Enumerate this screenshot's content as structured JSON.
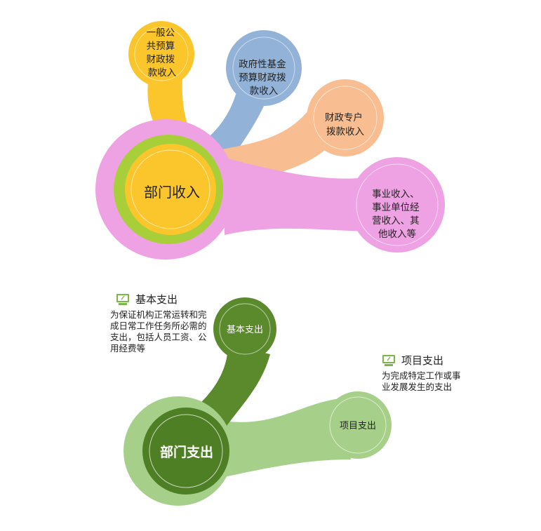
{
  "income": {
    "center": "部门收入",
    "branches": [
      {
        "lines": [
          "一般公",
          "共预算",
          "财政拨",
          "款收入"
        ],
        "color": "#FBC62B"
      },
      {
        "lines": [
          "政府性基金",
          "预算财政拨",
          "款收入"
        ],
        "color": "#93B2D8"
      },
      {
        "lines": [
          "财政专户",
          "拨款收入"
        ],
        "color": "#F8BE91"
      },
      {
        "lines": [
          "事业收入、",
          "事业单位经",
          "营收入、其",
          "他收入等"
        ],
        "color": "#EEA1E3"
      }
    ],
    "colors": {
      "hub": "#EEA1E3",
      "ring": "#A8CF3A",
      "core": "#FBC62B"
    }
  },
  "expense": {
    "center": "部门支出",
    "branches": [
      {
        "label": "基本支出",
        "color": "#5A8A2C"
      },
      {
        "label": "项目支出",
        "color": "#A6D08A"
      }
    ],
    "colors": {
      "hub": "#A6D08A",
      "core": "#4E7F25"
    },
    "notes": [
      {
        "title": "基本支出",
        "lines": [
          "为保证机构正常运转和完",
          "成日常工作任务所必需的",
          "支出，包括人员工资、公",
          "用经费等"
        ]
      },
      {
        "title": "项目支出",
        "lines": [
          "为完成特定工作或事",
          "业发展发生的支出"
        ]
      }
    ],
    "icon": "monitor-icon"
  }
}
